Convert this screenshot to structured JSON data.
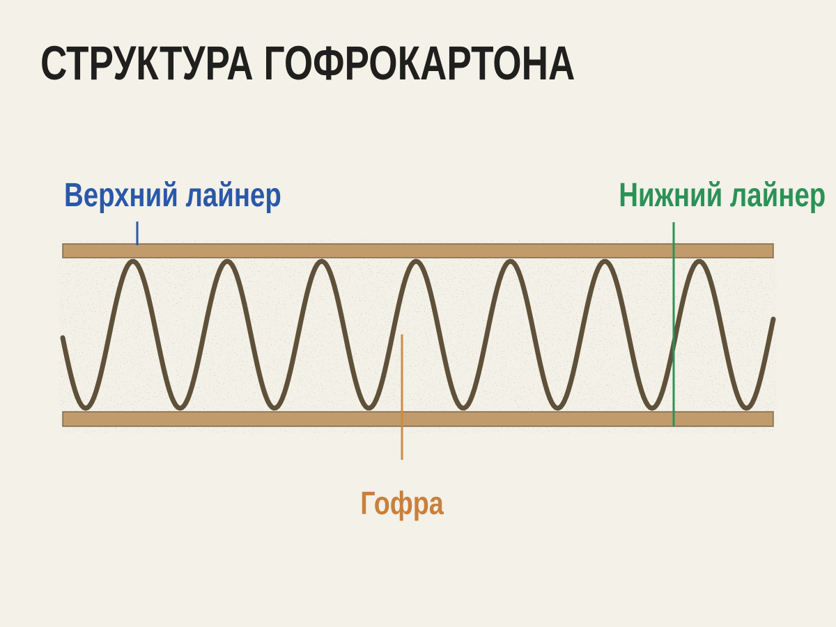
{
  "title": {
    "text": "СТРУКТУРА ГОФРОКАРТОНА",
    "color": "#1f1f1d"
  },
  "diagram": {
    "labels": {
      "top_liner": {
        "text": "Верхний лайнер",
        "color": "#2a58a9"
      },
      "bottom_liner": {
        "text": "Нижний лайнер",
        "color": "#2c9157"
      },
      "flute": {
        "text": "Гофра",
        "color": "#c8803d"
      }
    },
    "parts": {
      "top_liner_bar": "верхний лайнер (top facing sheet)",
      "bottom_liner_bar": "нижний лайнер (bottom facing sheet)",
      "flute_wave": "гофра (corrugated fluting between liners)"
    }
  },
  "colors": {
    "background": "#f3f1e8",
    "liner_fill": "#c19b6c",
    "liner_edge": "#5c492e",
    "flute_wave": "#5f5139",
    "flute_leader": "#cf8a3f",
    "top_liner_accent": "#2a58a9",
    "bottom_liner_accent": "#2c9157",
    "flute_accent": "#c8803d",
    "title_text": "#1f1f1d"
  }
}
